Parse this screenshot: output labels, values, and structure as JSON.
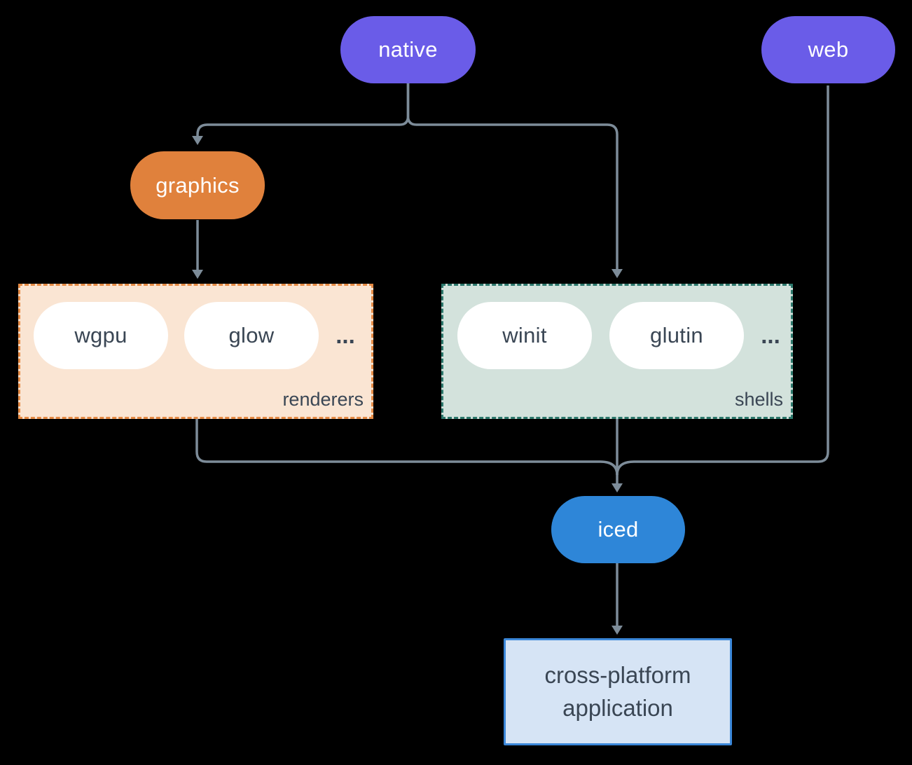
{
  "diagram": {
    "background_color": "#000000",
    "edge_color": "#7D8C99",
    "text_dark_color": "#3A4654",
    "nodes": {
      "native": {
        "label": "native",
        "fill": "#6A5CE8",
        "text_color": "#FFFFFF"
      },
      "web": {
        "label": "web",
        "fill": "#6A5CE8",
        "text_color": "#FFFFFF"
      },
      "graphics": {
        "label": "graphics",
        "fill": "#E0813C",
        "text_color": "#FFFFFF"
      },
      "iced": {
        "label": "iced",
        "fill": "#2E86D8",
        "text_color": "#FFFFFF"
      },
      "application": {
        "label_line1": "cross-platform",
        "label_line2": "application",
        "fill": "#D6E4F5",
        "border_color": "#3B87D8"
      }
    },
    "groups": {
      "renderers": {
        "label": "renderers",
        "fill": "#FAE5D3",
        "border_color": "#E58A44",
        "border_style": "dashed",
        "items": [
          "wgpu",
          "glow"
        ],
        "ellipsis": "..."
      },
      "shells": {
        "label": "shells",
        "fill": "#D3E2DC",
        "border_color": "#2C786C",
        "border_style": "dashed",
        "items": [
          "winit",
          "glutin"
        ],
        "ellipsis": "..."
      }
    },
    "edges": [
      {
        "from": "native",
        "to": "graphics"
      },
      {
        "from": "native",
        "to": "shells"
      },
      {
        "from": "graphics",
        "to": "renderers"
      },
      {
        "from": "renderers",
        "to": "iced"
      },
      {
        "from": "shells",
        "to": "iced"
      },
      {
        "from": "web",
        "to": "iced"
      },
      {
        "from": "iced",
        "to": "application"
      }
    ]
  }
}
